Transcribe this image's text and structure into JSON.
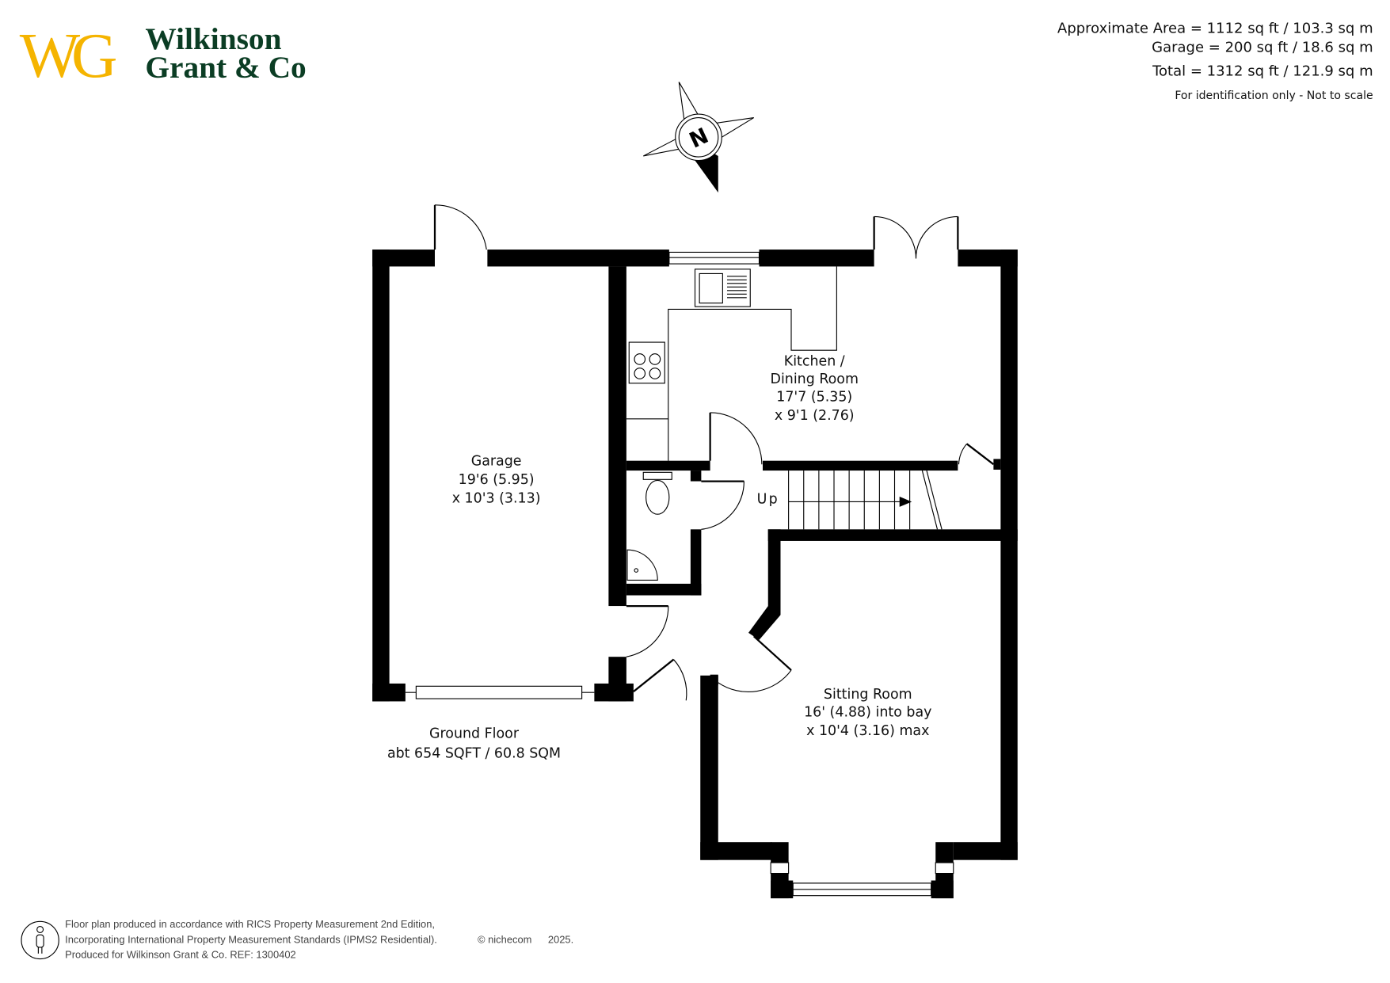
{
  "logo": {
    "monogram": "WG",
    "line1": "Wilkinson",
    "line2": "Grant & Co",
    "colors": {
      "monogram": "#F5B400",
      "name": "#0B3D24"
    }
  },
  "areas": {
    "approximate": "Approximate Area = 1112 sq ft / 103.3 sq m",
    "garage": "Garage = 200 sq ft / 18.6 sq m",
    "total": "Total = 1312 sq ft / 121.9 sq m",
    "note": "For identification only - Not to scale"
  },
  "compass": {
    "label": "N"
  },
  "rooms": {
    "garage": {
      "name": "Garage",
      "dim1": "19'6 (5.95)",
      "dim2": "x 10'3 (3.13)"
    },
    "kitchen": {
      "name1": "Kitchen /",
      "name2": "Dining Room",
      "dim1": "17'7 (5.35)",
      "dim2": "x 9'1 (2.76)"
    },
    "sitting": {
      "name": "Sitting Room",
      "dim1": "16' (4.88) into bay",
      "dim2": "x 10'4 (3.16) max"
    },
    "stairs": {
      "label": "Up"
    }
  },
  "floor": {
    "name": "Ground Floor",
    "area": "abt 654 SQFT / 60.8 SQM"
  },
  "footer": {
    "line1": "Floor plan produced in accordance with RICS Property Measurement 2nd Edition,",
    "line2": "Incorporating International Property Measurement Standards (IPMS2 Residential).",
    "copyright": "© nichecom",
    "year": "2025.",
    "line3": "Produced for Wilkinson Grant & Co.   REF:  1300402"
  }
}
